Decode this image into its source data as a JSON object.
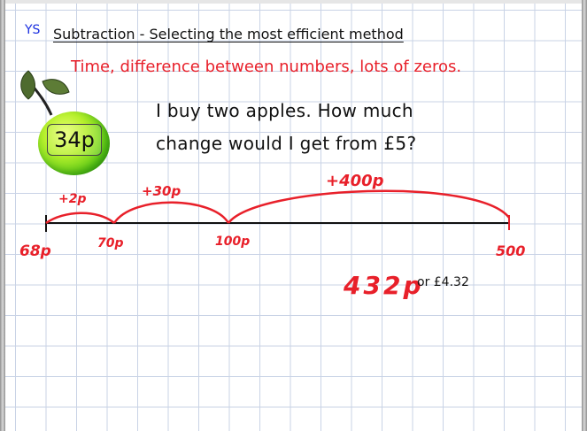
{
  "slide": {
    "tag": "YS",
    "title": "Subtraction - Selecting the most efficient method",
    "subtitle": "Time, difference between numbers, lots of zeros.",
    "question_line_1": "I buy two apples. How much",
    "question_line_2": "change would I get from £5?",
    "apple_price": "34p"
  },
  "number_line": {
    "points": [
      "68p",
      "70p",
      "100p",
      "500"
    ],
    "jumps": [
      "+2p",
      "+30p",
      "+400p"
    ],
    "answer": "432p",
    "alt_answer": "or £4.32"
  },
  "colors": {
    "ink": "#e8202a",
    "title_tag": "#1a2fe0",
    "grid": "#c9d3e6"
  }
}
